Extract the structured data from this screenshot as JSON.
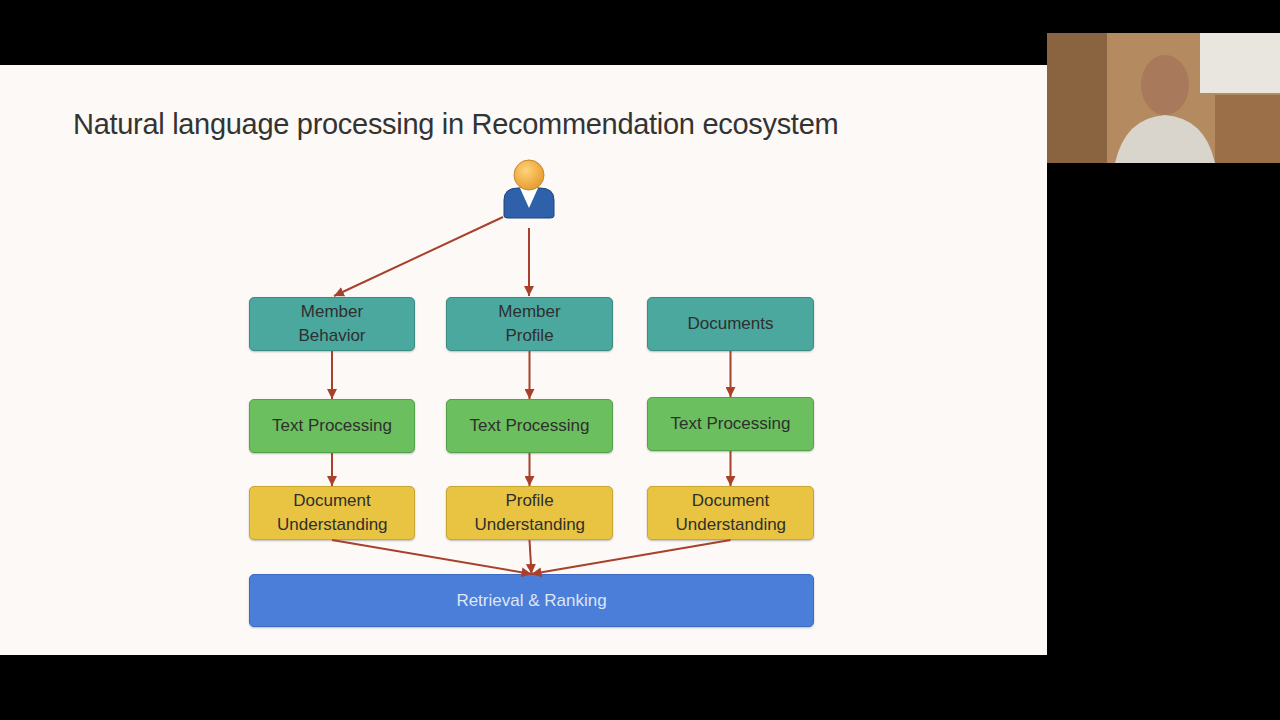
{
  "diagram": {
    "title": "Natural language processing in Recommendation ecosystem",
    "nodes": [
      {
        "text": [
          "Member Behavior"
        ]
      },
      {
        "text": [
          "Member Profile"
        ]
      },
      {
        "text": [
          "Documents"
        ]
      },
      {
        "text": [
          "Text Processing"
        ]
      },
      {
        "text": [
          "Text Processing"
        ]
      },
      {
        "text": [
          "Text Processing"
        ]
      },
      {
        "text": [
          "Document Understanding"
        ]
      },
      {
        "text": [
          "Profile Understanding"
        ]
      },
      {
        "text": [
          "Document Understanding"
        ]
      },
      {
        "text": [
          "Retrieval & Ranking"
        ]
      }
    ],
    "edges": [
      {
        "from": 0,
        "to": 3,
        "arrow": "to"
      },
      {
        "from": 1,
        "to": 4,
        "arrow": "to"
      },
      {
        "from": 2,
        "to": 5,
        "arrow": "to"
      },
      {
        "from": 3,
        "to": 6,
        "arrow": "to"
      },
      {
        "from": 4,
        "to": 7,
        "arrow": "to"
      },
      {
        "from": 5,
        "to": 8,
        "arrow": "to"
      },
      {
        "from": 6,
        "to": 9,
        "arrow": "to"
      },
      {
        "from": 7,
        "to": 9,
        "arrow": "to"
      },
      {
        "from": 8,
        "to": 9,
        "arrow": "to"
      }
    ]
  }
}
